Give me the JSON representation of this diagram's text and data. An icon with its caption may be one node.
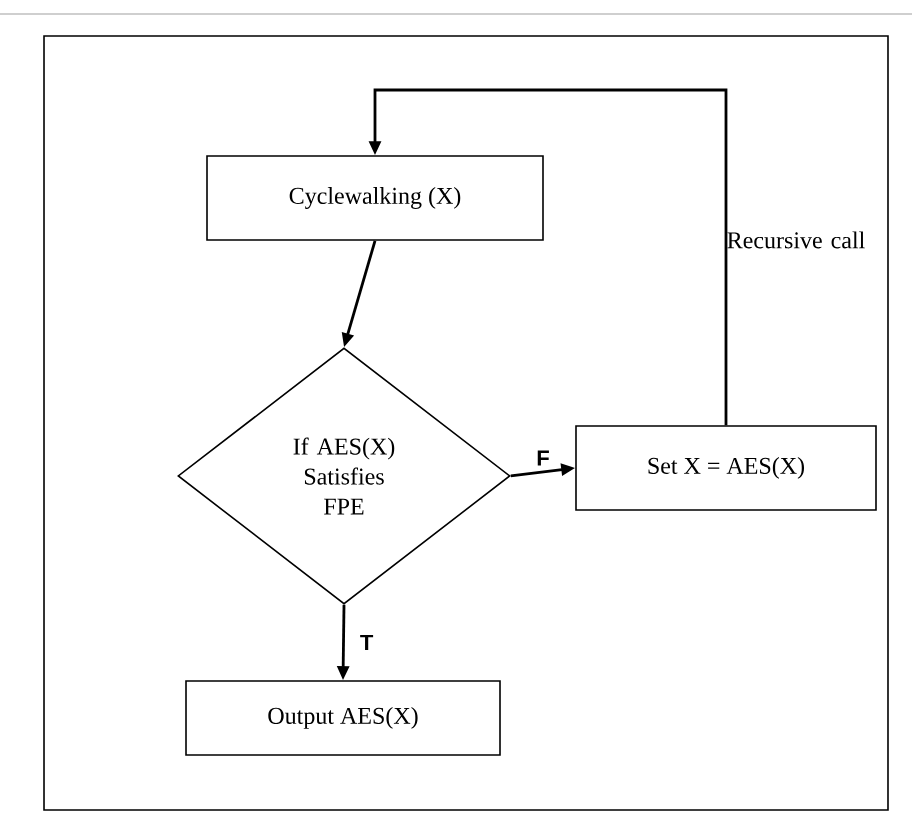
{
  "diagram": {
    "nodes": [
      {
        "text": [
          "Cyclewalking (X)"
        ]
      },
      {
        "text": [
          "If AES(X) Satisfies FPE"
        ]
      },
      {
        "text": [
          "Set X = AES(X)"
        ]
      },
      {
        "text": [
          "Output AES(X)"
        ]
      }
    ],
    "edges": [
      {
        "from": 0,
        "to": 1,
        "arrow": "to"
      },
      {
        "from": 1,
        "to": 2,
        "arrow": "to",
        "label": "F"
      },
      {
        "from": 1,
        "to": 3,
        "arrow": "to",
        "label": "T"
      },
      {
        "from": 2,
        "to": 0,
        "arrow": "to"
      }
    ],
    "labels": [
      "Recursive call"
    ]
  }
}
